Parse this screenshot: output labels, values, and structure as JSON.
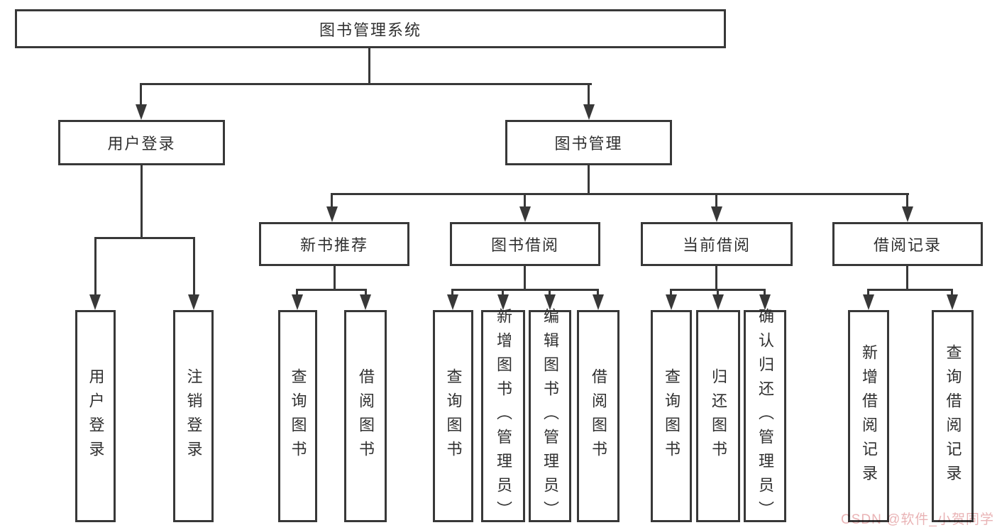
{
  "diagram_title": "图书管理系统",
  "nodes": {
    "root": {
      "label": "图书管理系统"
    },
    "level2": [
      {
        "label": "用户登录"
      },
      {
        "label": "图书管理"
      }
    ],
    "level3": [
      {
        "label": "新书推荐"
      },
      {
        "label": "图书借阅"
      },
      {
        "label": "当前借阅"
      },
      {
        "label": "借阅记录"
      }
    ],
    "leaves": {
      "user": [
        "用户登录",
        "注销登录"
      ],
      "recommend": [
        "查询图书",
        "借阅图书"
      ],
      "borrow": [
        "查询图书",
        "新增图书（管理员）",
        "编辑图书（管理员）",
        "借阅图书"
      ],
      "current": [
        "查询图书",
        "归还图书",
        "确认归还（管理员）"
      ],
      "records": [
        "新增借阅记录",
        "查询借阅记录"
      ]
    }
  },
  "hierarchy": {
    "图书管理系统": {
      "用户登录": [
        "用户登录",
        "注销登录"
      ],
      "图书管理": {
        "新书推荐": [
          "查询图书",
          "借阅图书"
        ],
        "图书借阅": [
          "查询图书",
          "新增图书（管理员）",
          "编辑图书（管理员）",
          "借阅图书"
        ],
        "当前借阅": [
          "查询图书",
          "归还图书",
          "确认归还（管理员）"
        ],
        "借阅记录": [
          "新增借阅记录",
          "查询借阅记录"
        ]
      }
    }
  },
  "watermark": "CSDN @软件_小贺同学",
  "colors": {
    "background": "#ffffff",
    "line": "#383838",
    "box_border": "#383838",
    "text": "#303030",
    "watermark": "#e9b3b5"
  }
}
